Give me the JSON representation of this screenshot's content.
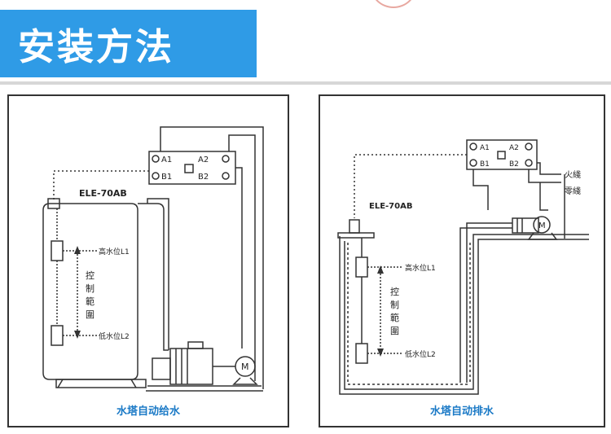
{
  "header": {
    "title": "安装方法"
  },
  "left_diagram": {
    "model": "ELE-70AB",
    "terminal_a1": "A1",
    "terminal_a2": "A2",
    "terminal_b1": "B1",
    "terminal_b2": "B2",
    "high_level": "高水位L1",
    "low_level": "低水位L2",
    "control_range": [
      "控",
      "制",
      "範",
      "圍"
    ],
    "motor": "M",
    "caption": "水塔自动给水"
  },
  "right_diagram": {
    "model": "ELE-70AB",
    "terminal_a1": "A1",
    "terminal_a2": "A2",
    "terminal_b1": "B1",
    "terminal_b2": "B2",
    "live_wire": "火綫",
    "neutral_wire": "零綫",
    "high_level": "高水位L1",
    "low_level": "低水位L2",
    "control_range": [
      "控",
      "制",
      "範",
      "圍"
    ],
    "motor": "M",
    "caption": "水塔自动排水"
  }
}
